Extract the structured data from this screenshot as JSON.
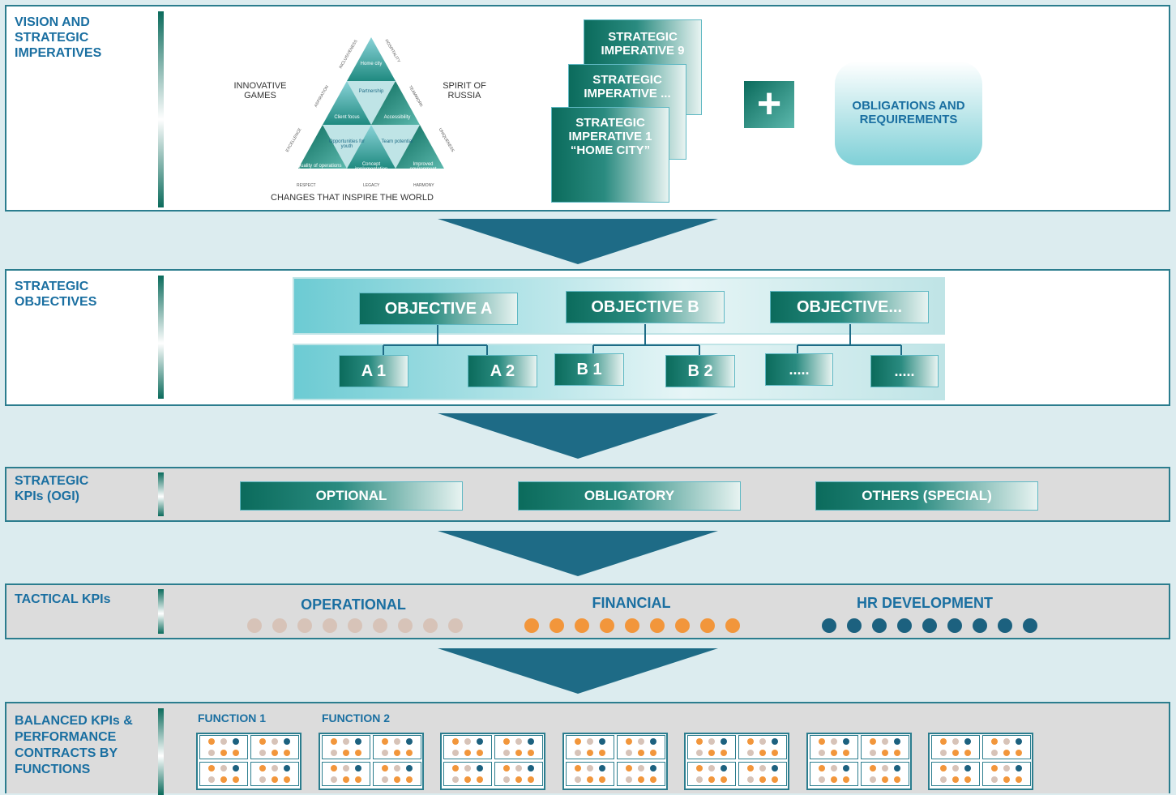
{
  "colors": {
    "teal_dark": "#0b6b5c",
    "teal_light": "#7fd0d7",
    "label_blue": "#1a6fa1",
    "arrow_blue": "#1e6b86",
    "dot_beige": "#d7c3b8",
    "dot_orange": "#f2963b",
    "dot_navy": "#1c617f"
  },
  "vision": {
    "label": "VISION AND STRATEGIC IMPERATIVES",
    "innovative_games": "INNOVATIVE GAMES",
    "spirit_of_russia": "SPIRIT OF RUSSIA",
    "changes_caption": "CHANGES THAT INSPIRE THE WORLD",
    "triangle_cells": [
      "Home city",
      "Partnership",
      "Client focus",
      "Accessibility",
      "Opportunities for youth",
      "Team potential",
      "Quality of operations",
      "Concept implementation",
      "Improved environment"
    ],
    "triangle_sides": [
      "HOSPITALITY",
      "INCLUSIVENESS",
      "ASPIRATION",
      "TEAMWORK",
      "EXCELLENCE",
      "UNIQUENESS",
      "RESPECT",
      "LEGACY",
      "HARMONY"
    ],
    "imperatives": [
      "STRATEGIC IMPERATIVE 9",
      "STRATEGIC IMPERATIVE ...",
      "STRATEGIC IMPERATIVE 1 “HOME CITY”"
    ],
    "plus": "+",
    "obligations": "OBLIGATIONS AND REQUIREMENTS"
  },
  "objectives": {
    "label": "STRATEGIC OBJECTIVES",
    "top": [
      "OBJECTIVE A",
      "OBJECTIVE B",
      "OBJECTIVE..."
    ],
    "sub": [
      "A 1",
      "A 2",
      "B 1",
      "B 2",
      ".....",
      "....."
    ]
  },
  "kpis_ogi": {
    "label": "STRATEGIC KPIs (OGI)",
    "items": [
      "OPTIONAL",
      "OBLIGATORY",
      "OTHERS (SPECIAL)"
    ]
  },
  "tactical": {
    "label": "TACTICAL KPIs",
    "groups": [
      {
        "title": "OPERATIONAL",
        "dot_count": 9,
        "color": "#d7c3b8"
      },
      {
        "title": "FINANCIAL",
        "dot_count": 9,
        "color": "#f2963b"
      },
      {
        "title": "HR DEVELOPMENT",
        "dot_count": 9,
        "color": "#1c617f"
      }
    ]
  },
  "balanced": {
    "label": "BALANCED KPIs & PERFORMANCE CONTRACTS BY FUNCTIONS",
    "function_labels": [
      "FUNCTION 1",
      "FUNCTION 2"
    ],
    "block_count": 7
  }
}
